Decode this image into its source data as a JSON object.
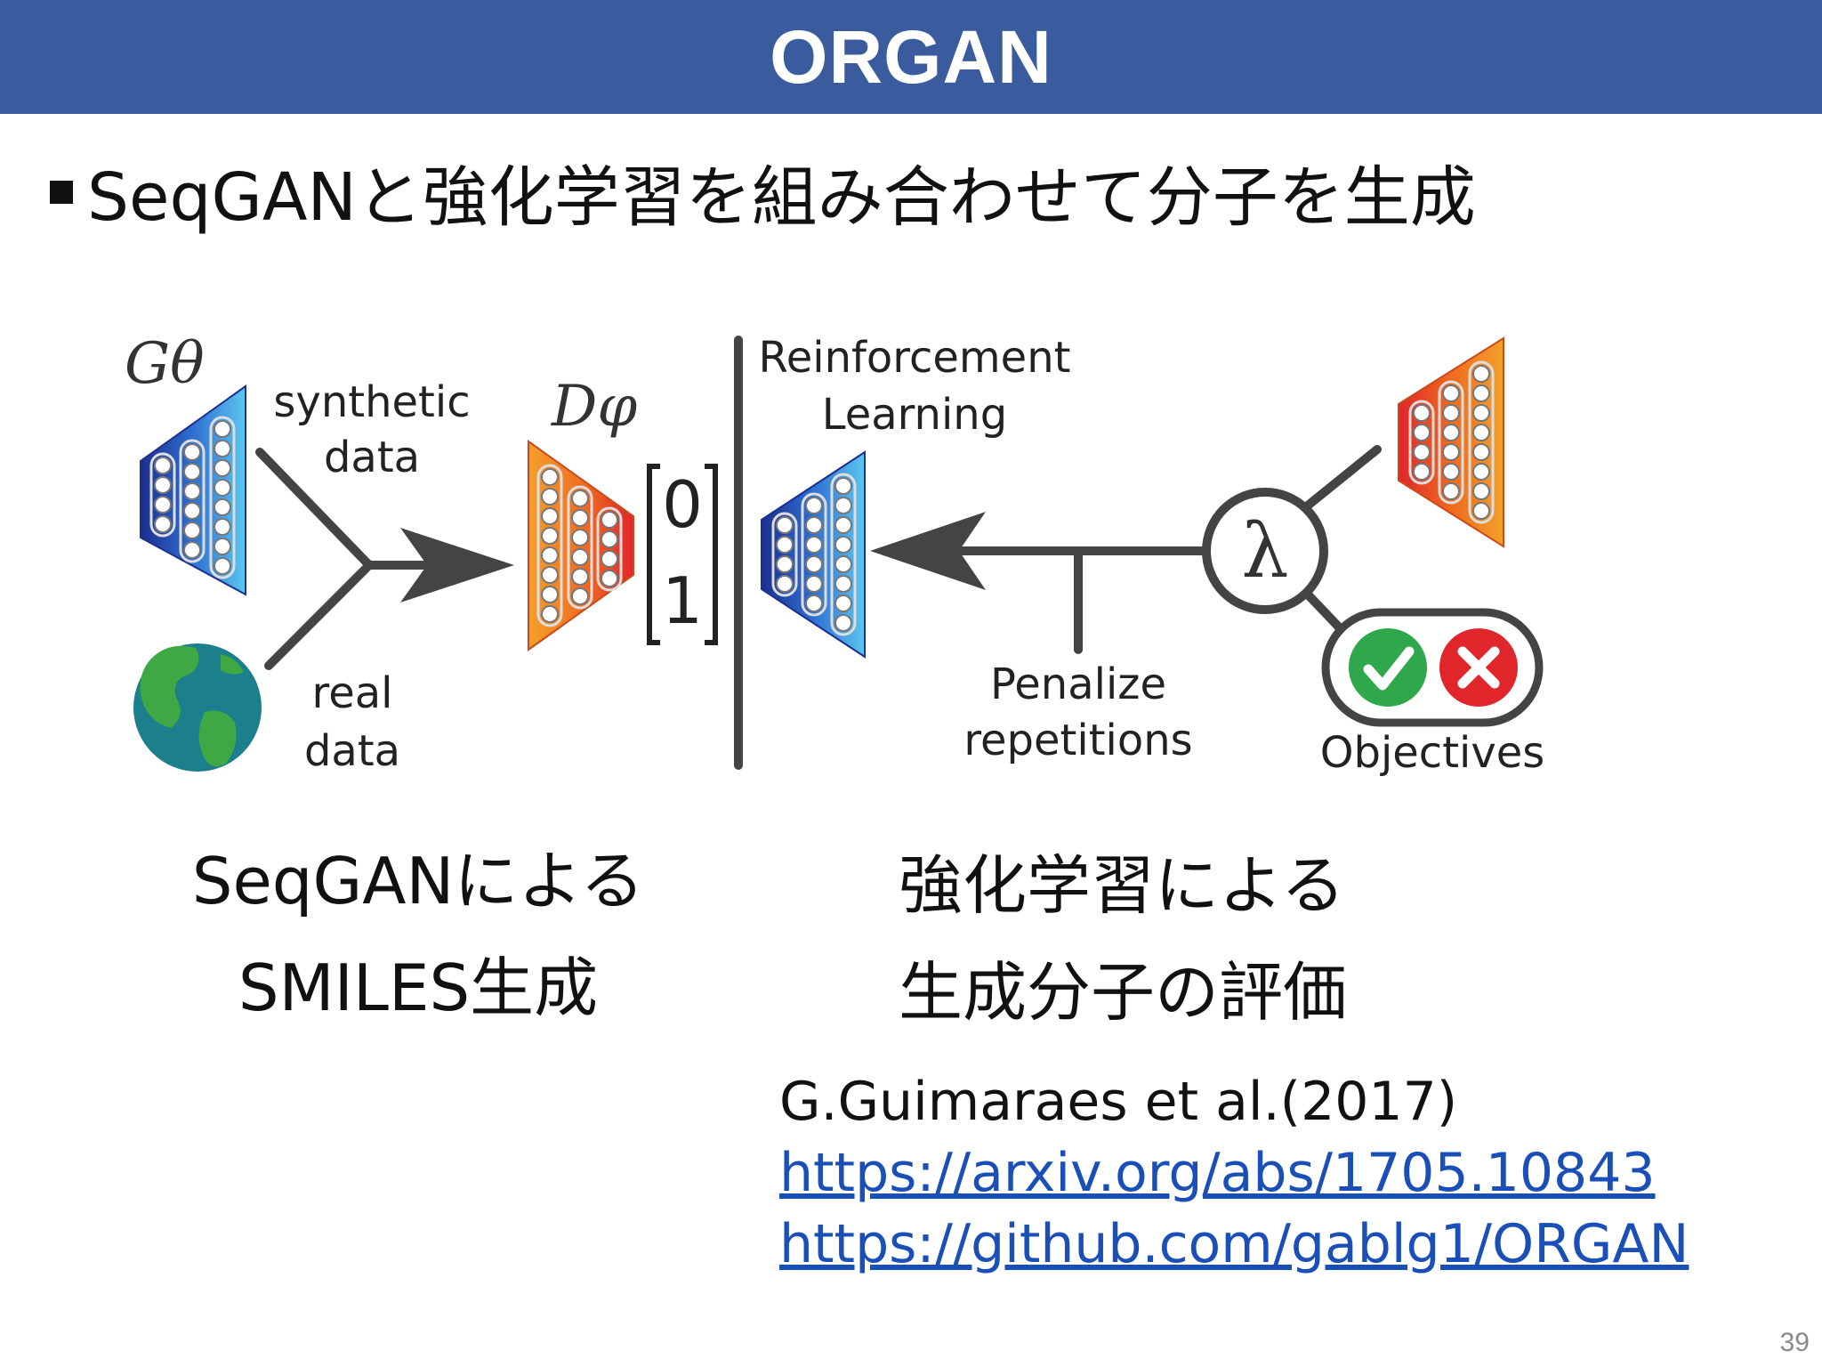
{
  "slide": {
    "title": "ORGAN",
    "bullet": "SeqGANと強化学習を組み合わせて分子を生成",
    "page_number": "39"
  },
  "diagram": {
    "generator_label": "Gθ",
    "discriminator_label": "Dφ",
    "synthetic_data": [
      "synthetic",
      "data"
    ],
    "real_data": [
      "real",
      "data"
    ],
    "output_zero": "0",
    "output_one": "1",
    "reinforcement_learning": [
      "Reinforcement",
      "Learning"
    ],
    "lambda_symbol": "λ",
    "penalize_repetitions": [
      "Penalize",
      "repetitions"
    ],
    "objectives": "Objectives",
    "colors": {
      "generator_blue": "#1f4aa8",
      "accent_orange": "#f08a1c",
      "accent_red": "#e0262a",
      "check_green": "#2ea84a",
      "line_gray": "#444444",
      "earth_ocean": "#1b7f8c",
      "earth_land": "#3fa744"
    },
    "icons": [
      "earth-icon",
      "check-icon",
      "cross-icon"
    ]
  },
  "captions": {
    "left": [
      "SeqGANによる",
      "SMILES生成"
    ],
    "right": [
      "強化学習による",
      "生成分子の評価"
    ]
  },
  "citation": {
    "author": "G.Guimaraes et al.(2017)",
    "links": [
      "https://arxiv.org/abs/1705.10843",
      "https://github.com/gablg1/ORGAN"
    ]
  }
}
